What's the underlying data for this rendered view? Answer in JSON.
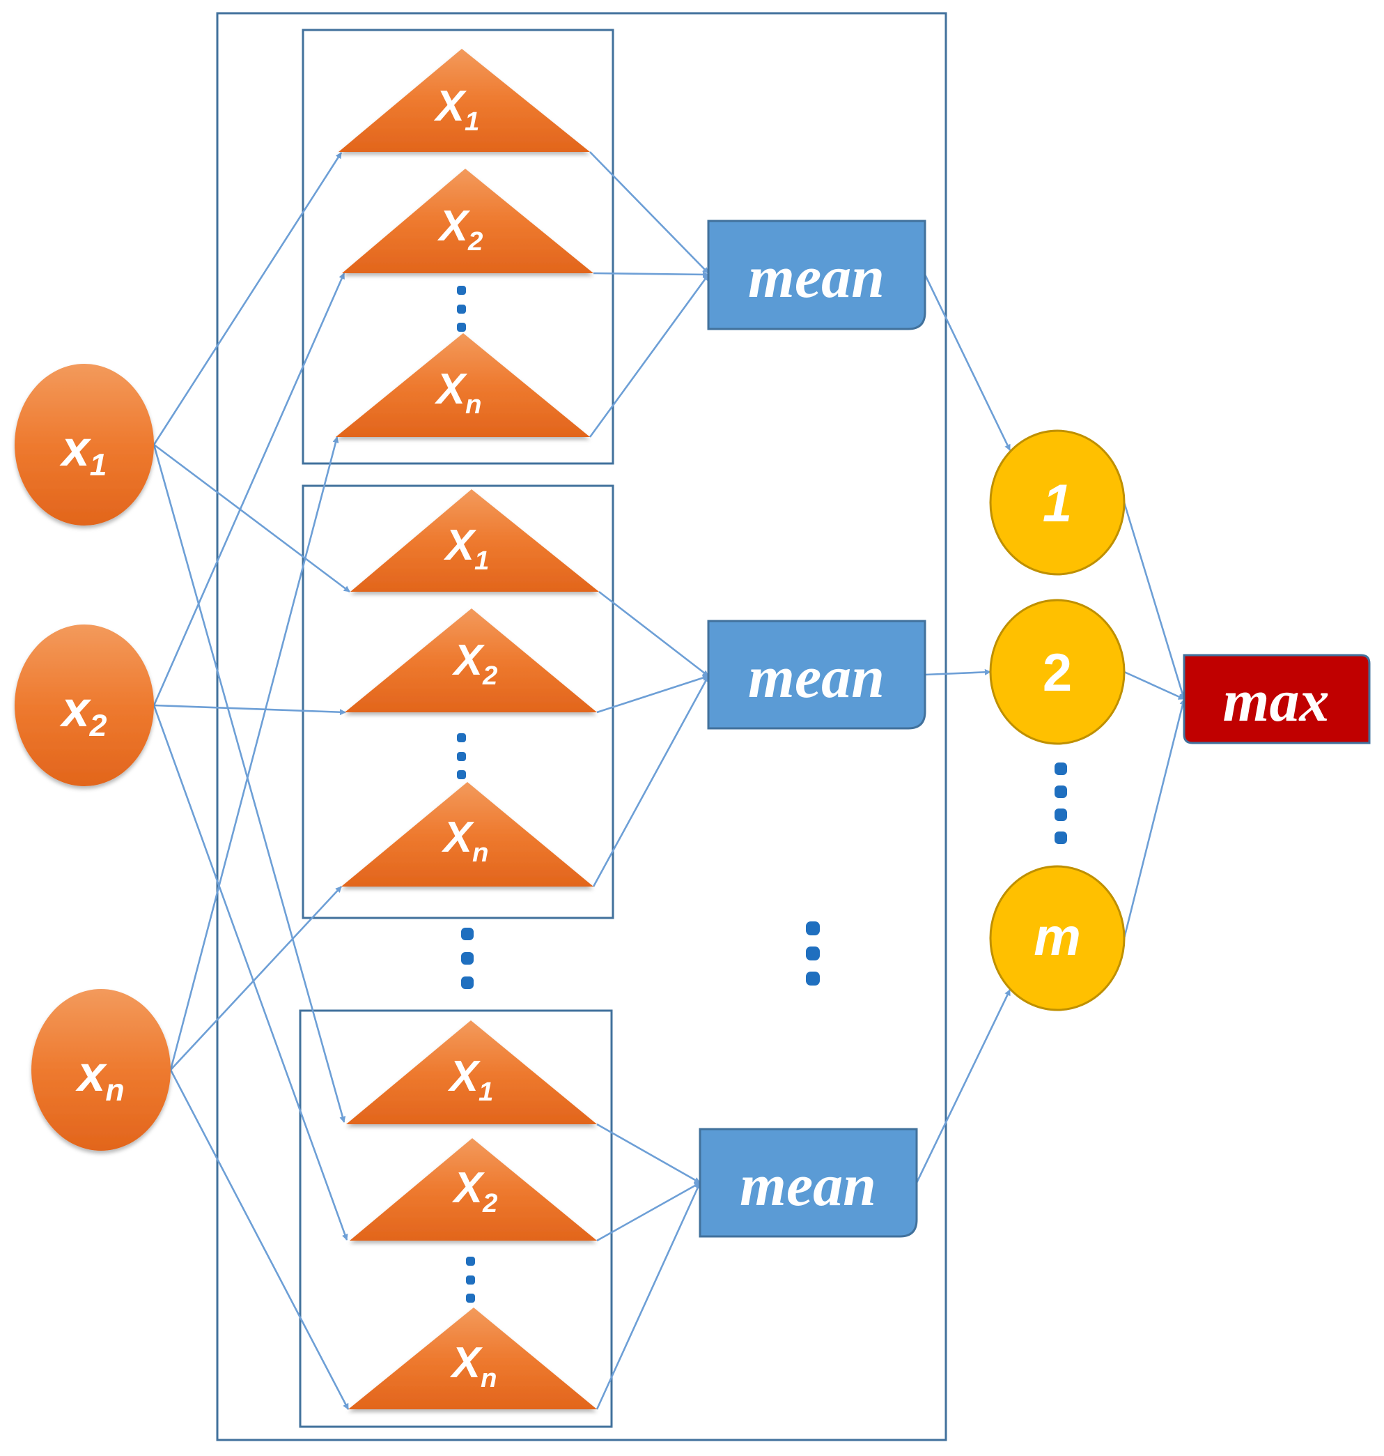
{
  "inputs": {
    "items": [
      {
        "base": "x",
        "sub": "1"
      },
      {
        "base": "x",
        "sub": "2"
      },
      {
        "base": "x",
        "sub": "n"
      }
    ]
  },
  "trees": {
    "items": [
      {
        "base": "X",
        "sub": "1"
      },
      {
        "base": "X",
        "sub": "2"
      },
      {
        "base": "X",
        "sub": "n"
      }
    ]
  },
  "aggregators": {
    "label": "mean"
  },
  "outputs": {
    "items": [
      "1",
      "2",
      "m"
    ]
  },
  "final": {
    "label": "max"
  },
  "colors": {
    "orange_light": "#f39a5c",
    "orange": "#ee7a2f",
    "orange_dark": "#e2651c",
    "blue": "#5b9bd5",
    "blue_border": "#41719c",
    "yellow": "#ffc000",
    "yellow_border": "#bf9000",
    "red": "#c00000",
    "red_border": "#8f1b1b",
    "frame": "#41719c",
    "connector": "#6d9fd6",
    "ellipsis": "#1f6fbf"
  },
  "icons": {
    "input_node": "orange-circle",
    "tree": "orange-triangle",
    "aggregator": "blue-rounded-rect",
    "output_node": "yellow-circle",
    "final": "red-rounded-rect",
    "ellipsis": "vertical-dots"
  }
}
